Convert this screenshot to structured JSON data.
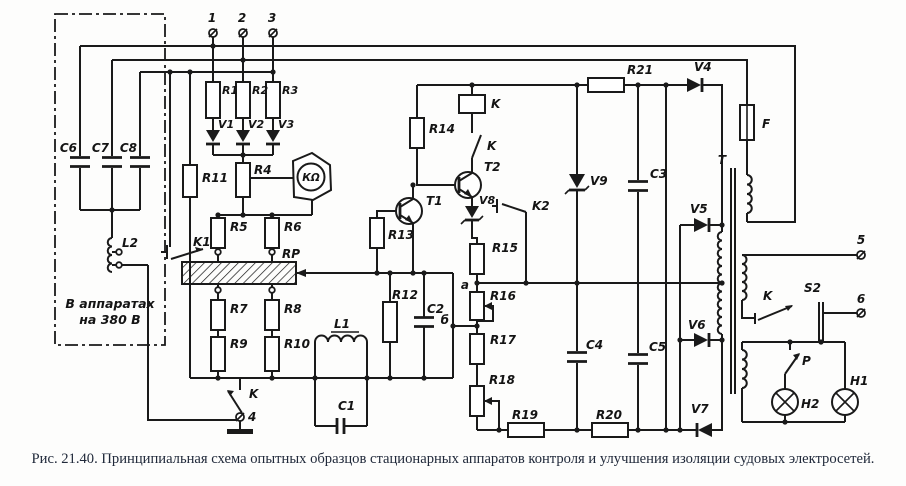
{
  "caption": "Рис. 21.40. Принципиальная схема опытных образцов стационарных аппаратов контроля и улучшения изоляции судовых электросетей.",
  "note": {
    "line1": "В аппаратах",
    "line2": "на 380 В"
  },
  "labels": {
    "term1": "1",
    "term2": "2",
    "term3": "3",
    "term4": "4",
    "term5": "5",
    "term6": "6",
    "r1": "R1",
    "r2": "R2",
    "r3": "R3",
    "r4": "R4",
    "r5": "R5",
    "r6": "R6",
    "r7": "R7",
    "r8": "R8",
    "r9": "R9",
    "r10": "R10",
    "r11": "R11",
    "r12": "R12",
    "r13": "R13",
    "r14": "R14",
    "r15": "R15",
    "r16": "R16",
    "r17": "R17",
    "r18": "R18",
    "r19": "R19",
    "r20": "R20",
    "r21": "R21",
    "rp": "RP",
    "c1": "C1",
    "c2": "C2",
    "c3": "C3",
    "c4": "C4",
    "c5": "C5",
    "c6": "C6",
    "c7": "C7",
    "c8": "C8",
    "v1": "V1",
    "v2": "V2",
    "v3": "V3",
    "v4": "V4",
    "v5": "V5",
    "v6": "V6",
    "v7": "V7",
    "v8": "V8",
    "v9": "V9",
    "l1": "L1",
    "l2": "L2",
    "t1": "T1",
    "t2": "T2",
    "transformer": "T",
    "fuse": "F",
    "k_coil": "K",
    "k_contact_amp": "K",
    "k_ground": "K",
    "k_out": "K",
    "k1": "K1",
    "k2": "K2",
    "s2": "S2",
    "p": "P",
    "h1": "H1",
    "h2": "H2",
    "meter": "КΩ",
    "point_a": "а",
    "point_b": "б"
  }
}
